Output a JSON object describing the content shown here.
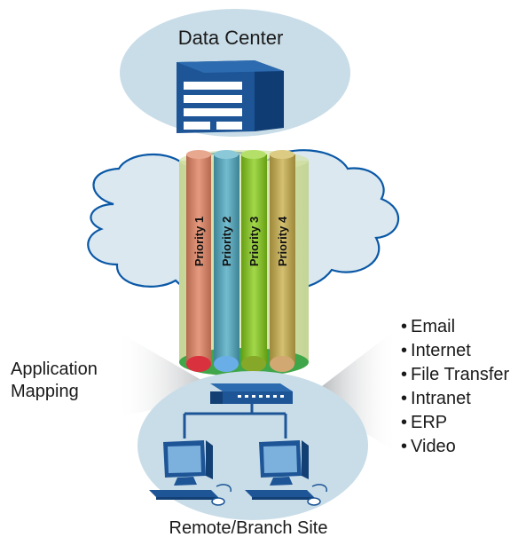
{
  "top_site": {
    "label": "Data Center"
  },
  "bottom_site": {
    "label": "Remote/Branch Site"
  },
  "tunnels": [
    {
      "label": "Priority 1",
      "color": "#d9826e"
    },
    {
      "label": "Priority 2",
      "color": "#5aa4b8"
    },
    {
      "label": "Priority 3",
      "color": "#86bf2e"
    },
    {
      "label": "Priority 4",
      "color": "#c2ab52"
    }
  ],
  "mapping_label": {
    "line1": "Application",
    "line2": "Mapping"
  },
  "applications": [
    "Email",
    "Internet",
    "File Transfer",
    "Intranet",
    "ERP",
    "Video"
  ],
  "colors": {
    "site_ellipse": "#c9dde8",
    "cloud_fill": "#dbe8f0",
    "cloud_stroke": "#0a58a6",
    "device": "#1d5596"
  }
}
